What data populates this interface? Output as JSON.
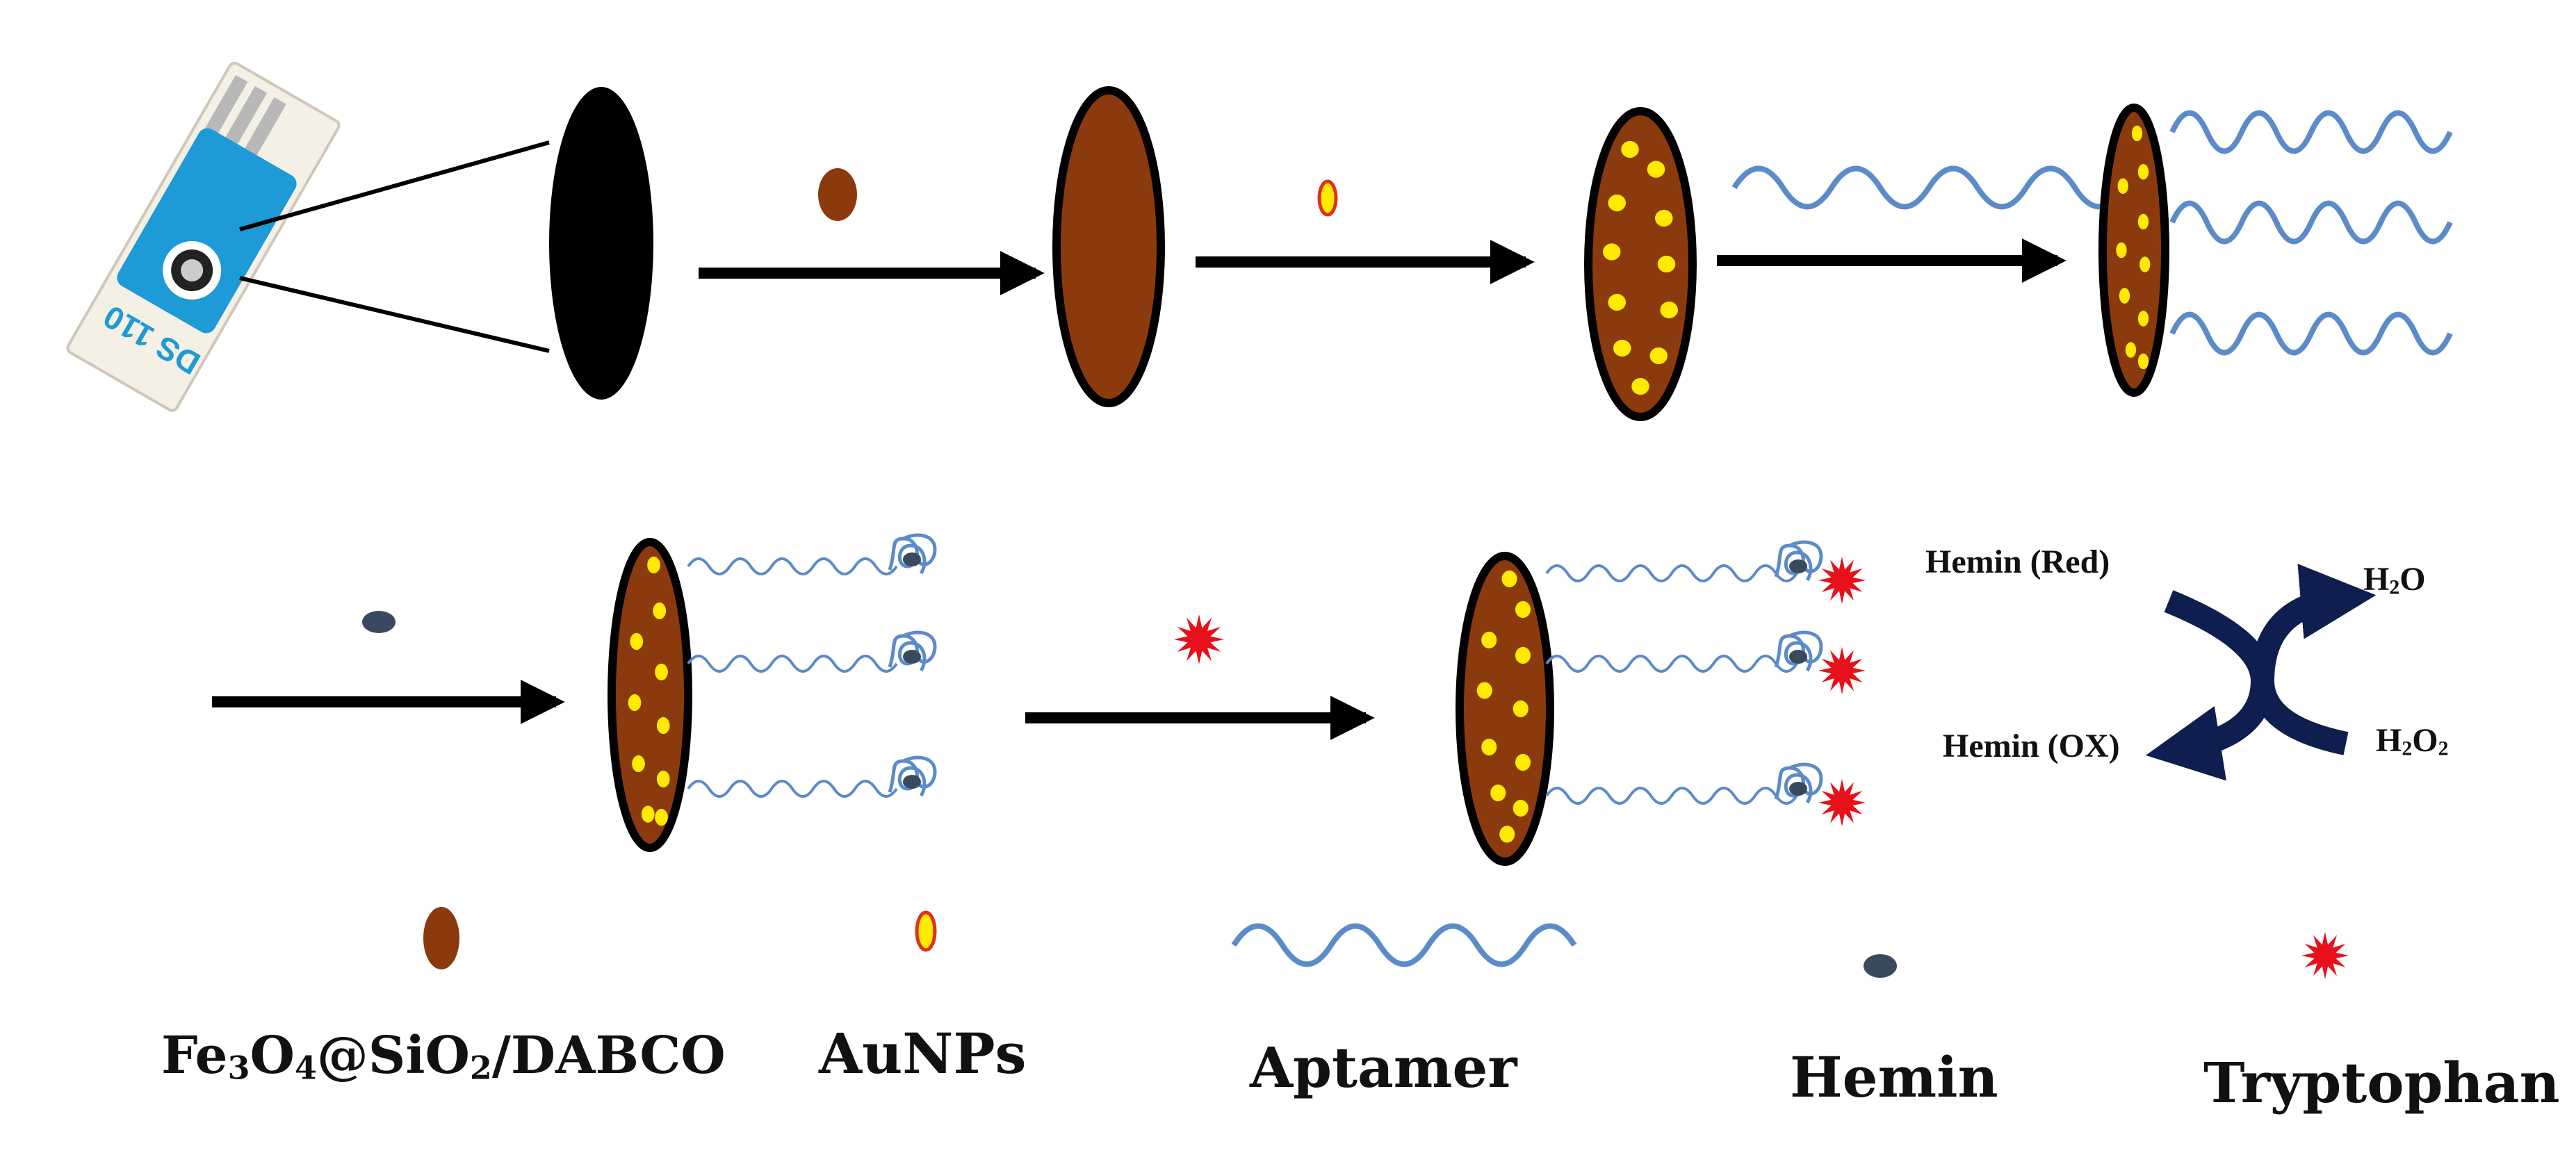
{
  "legend": {
    "nanocomposite": {
      "base": "Fe",
      "s1": "3",
      "mid1": "O",
      "s2": "4",
      "mid2": "@SiO",
      "s3": "2",
      "tail": "/DABCO"
    },
    "aunps": "AuNPs",
    "aptamer": "Aptamer",
    "hemin": "Hemin",
    "tryptophan": "Tryptophan"
  },
  "reaction": {
    "hemin_red": "Hemin (Red)",
    "hemin_ox": "Hemin (OX)",
    "water": {
      "a": "H",
      "sub": "2",
      "b": "O"
    },
    "peroxide": {
      "a": "H",
      "sub1": "2",
      "b": "O",
      "sub2": "2"
    }
  },
  "electrode_print": "DS 110",
  "colors": {
    "fe3o4": "#8B3A0E",
    "aunp": "#FFEA00",
    "aunp_outline": "#E0301E",
    "aptamer": "#5B8BC9",
    "hemin": "#3A4A5E",
    "tryptophan": "#E8101A",
    "electrode_blue": "#1E9AD6",
    "cycle_arrow": "#0E1E4E"
  }
}
